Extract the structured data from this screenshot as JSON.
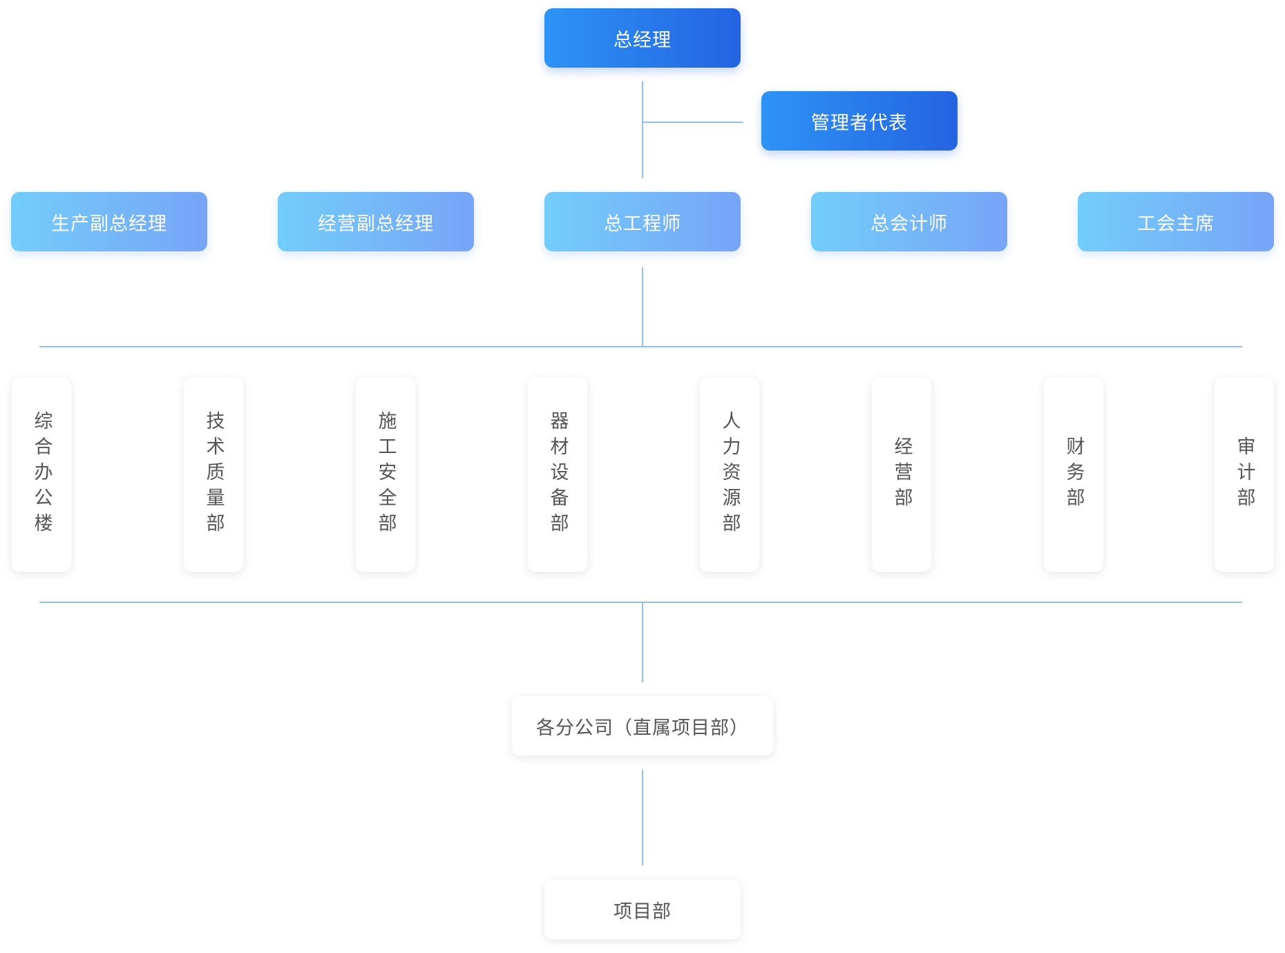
{
  "colors": {
    "connector": "#8fc1f5",
    "primary_start": "#2e93f6",
    "primary_end": "#2463e2",
    "secondary_start": "#73cdfb",
    "secondary_end": "#77a4f7",
    "plain_text": "#555555"
  },
  "top": {
    "general_manager": "总经理",
    "management_rep": "管理者代表"
  },
  "deputies": [
    "生产副总经理",
    "经营副总经理",
    "总工程师",
    "总会计师",
    "工会主席"
  ],
  "departments": [
    "综合办公楼",
    "技术质量部",
    "施工安全部",
    "器材设备部",
    "人力资源部",
    "经营部",
    "财务部",
    "审计部"
  ],
  "bottom": {
    "branches": "各分公司（直属项目部）",
    "project_dept": "项目部"
  }
}
